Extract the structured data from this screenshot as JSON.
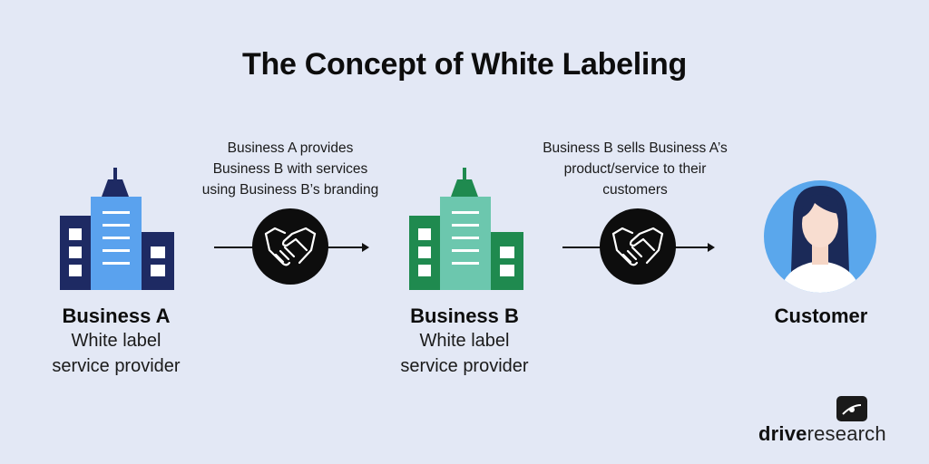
{
  "title": "The Concept of White Labeling",
  "steps": [
    {
      "name": "Business A",
      "subtitle_line1": "White label",
      "subtitle_line2": "service provider"
    },
    {
      "name": "Business B",
      "subtitle_line1": "White label",
      "subtitle_line2": "service provider"
    },
    {
      "name": "Customer"
    }
  ],
  "connectors": [
    {
      "lines": [
        "Business A provides",
        "Business B with services",
        "using Business B’s branding"
      ]
    },
    {
      "lines": [
        "Business B sells Business A’s",
        "product/service to their",
        "customers"
      ]
    }
  ],
  "logo": {
    "bold": "drive",
    "regular": "research"
  },
  "icons": [
    "building-icon",
    "handshake-icon",
    "arrow-right-icon",
    "person-avatar-icon",
    "drive-research-logo-icon"
  ],
  "colors": {
    "background": "#e3e8f5",
    "business_a_dark": "#1e2a63",
    "business_a_light": "#5aa2ee",
    "business_b_dark": "#1f8a4f",
    "business_b_light": "#6cc7ae",
    "handshake_circle": "#0d0d0d",
    "customer_circle": "#5aa7ec"
  }
}
